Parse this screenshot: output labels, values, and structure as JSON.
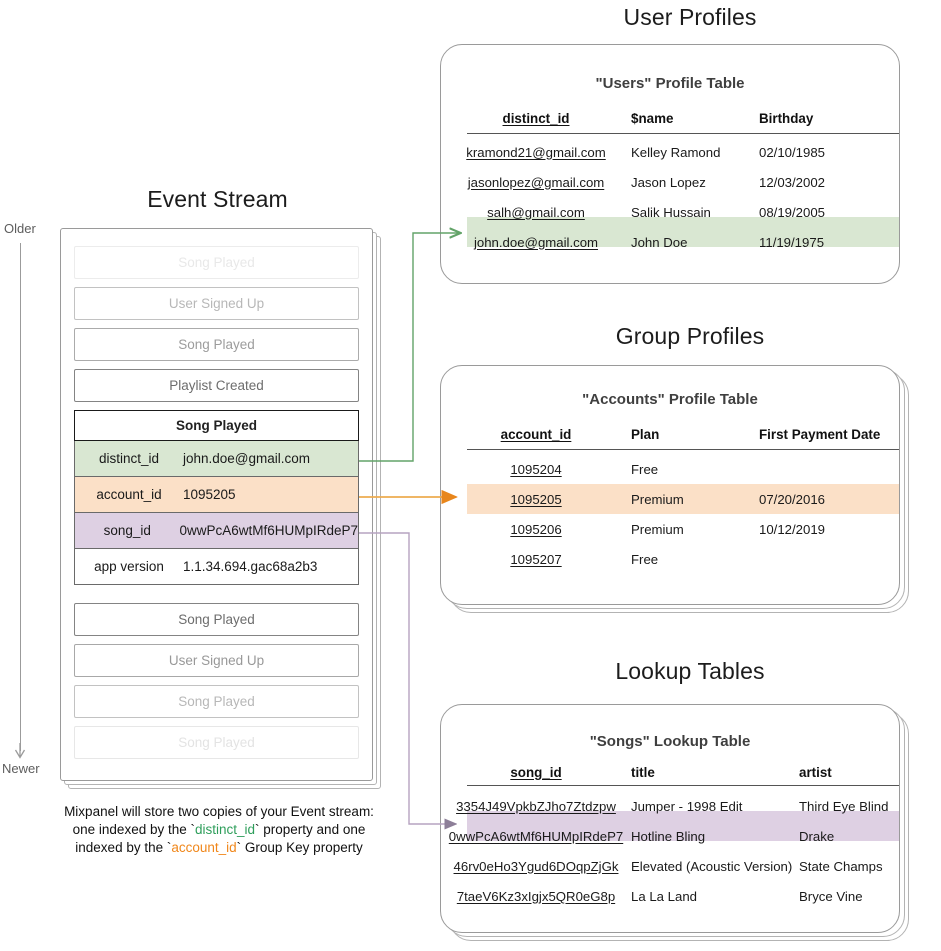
{
  "sections": {
    "event_stream_title": "Event Stream",
    "user_profiles_title": "User Profiles",
    "group_profiles_title": "Group Profiles",
    "lookup_tables_title": "Lookup Tables"
  },
  "axis": {
    "older": "Older",
    "newer": "Newer"
  },
  "event_stream": {
    "above_events": [
      {
        "label": "Song Played",
        "fade": "f1"
      },
      {
        "label": "User Signed Up",
        "fade": "f2"
      },
      {
        "label": "Song Played",
        "fade": "f3"
      },
      {
        "label": "Playlist Created",
        "fade": "f4"
      }
    ],
    "below_events": [
      {
        "label": "Song Played",
        "fade": "f4"
      },
      {
        "label": "User Signed Up",
        "fade": "f5"
      },
      {
        "label": "Song Played",
        "fade": "f6"
      },
      {
        "label": "Song Played",
        "fade": "f7"
      }
    ],
    "selected_event": {
      "name": "Song Played",
      "properties": [
        {
          "key": "distinct_id",
          "value": "john.doe@gmail.com",
          "highlight": "green"
        },
        {
          "key": "account_id",
          "value": "1095205",
          "highlight": "orange"
        },
        {
          "key": "song_id",
          "value": "0wwPcA6wtMf6HUMpIRdeP7",
          "highlight": "purple"
        },
        {
          "key": "app version",
          "value": "1.1.34.694.gac68a2b3",
          "highlight": "none"
        }
      ]
    }
  },
  "caption": {
    "line1": "Mixpanel will store two copies of your Event stream:",
    "line2_pre": "one indexed by the `",
    "line2_token": "distinct_id",
    "line2_post": "` property and one",
    "line3_pre": "indexed by the `",
    "line3_token": "account_id",
    "line3_post": "` Group Key property"
  },
  "users_table": {
    "title": "\"Users\" Profile Table",
    "columns": [
      "distinct_id",
      "$name",
      "Birthday"
    ],
    "rows": [
      {
        "cells": [
          "kramond21@gmail.com",
          "Kelley Ramond",
          "02/10/1985"
        ],
        "highlight": "none"
      },
      {
        "cells": [
          "jasonlopez@gmail.com",
          "Jason Lopez",
          "12/03/2002"
        ],
        "highlight": "none"
      },
      {
        "cells": [
          "salh@gmail.com",
          "Salik Hussain",
          "08/19/2005"
        ],
        "highlight": "none"
      },
      {
        "cells": [
          "john.doe@gmail.com",
          "John Doe",
          "11/19/1975"
        ],
        "highlight": "green"
      }
    ]
  },
  "accounts_table": {
    "title": "\"Accounts\" Profile Table",
    "columns": [
      "account_id",
      "Plan",
      "First Payment Date"
    ],
    "rows": [
      {
        "cells": [
          "1095204",
          "Free",
          ""
        ],
        "highlight": "none"
      },
      {
        "cells": [
          "1095205",
          "Premium",
          "07/20/2016"
        ],
        "highlight": "orange"
      },
      {
        "cells": [
          "1095206",
          "Premium",
          "10/12/2019"
        ],
        "highlight": "none"
      },
      {
        "cells": [
          "1095207",
          "Free",
          ""
        ],
        "highlight": "none"
      }
    ]
  },
  "songs_table": {
    "title": "\"Songs\" Lookup Table",
    "columns": [
      "song_id",
      "title",
      "artist"
    ],
    "rows": [
      {
        "cells": [
          "3354J49VpkbZJho7Ztdzpw",
          "Jumper - 1998 Edit",
          "Third Eye Blind"
        ],
        "highlight": "none"
      },
      {
        "cells": [
          "0wwPcA6wtMf6HUMpIRdeP7",
          "Hotline Bling",
          "Drake"
        ],
        "highlight": "purple"
      },
      {
        "cells": [
          "46rv0eHo3Ygud6DOqpZjGk",
          "Elevated (Acoustic Version)",
          "State Champs"
        ],
        "highlight": "none"
      },
      {
        "cells": [
          "7taeV6Kz3xIgjx5QR0eG8p",
          "La La Land",
          "Bryce Vine"
        ],
        "highlight": "none"
      }
    ]
  },
  "colors": {
    "green": "#d9e7d2",
    "orange": "#fbe0c7",
    "purple": "#ded0e3",
    "green_line": "#62a368",
    "orange_line": "#edab4f",
    "purple_line": "#a08fae",
    "token_green": "#2e9e5b",
    "token_orange": "#f0871b"
  }
}
